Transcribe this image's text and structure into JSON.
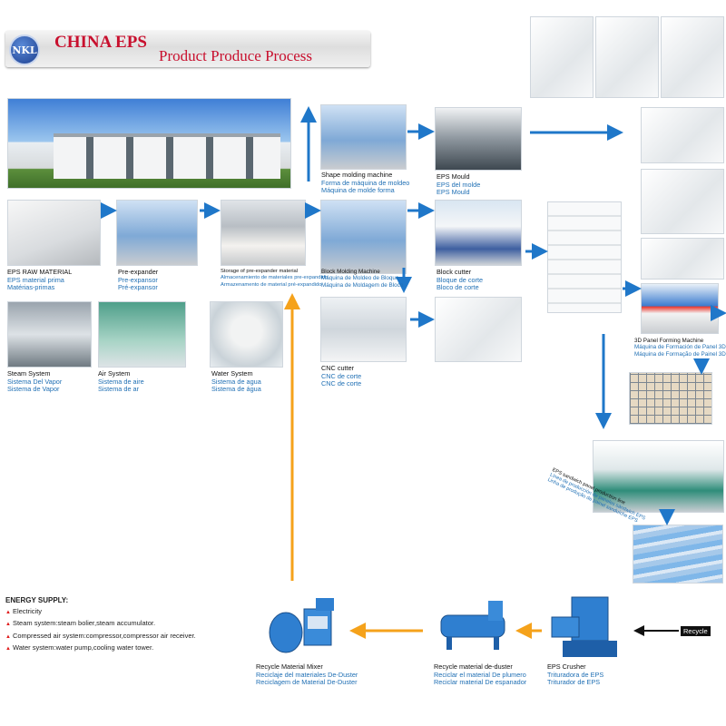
{
  "header": {
    "logo_text": "NKL",
    "title": "CHINA EPS",
    "subtitle": "Product Produce Process"
  },
  "stations": {
    "raw_material": {
      "en": "EPS RAW MATERIAL",
      "es": "EPS material prima",
      "pt": "Matérias-primas"
    },
    "pre_expander": {
      "en": "Pre-expander",
      "es": "Pre-expansor",
      "pt": "Pré-expansor"
    },
    "storage": {
      "en": "Storage of pre-expander material",
      "es": "Almacenamiento de materiales pre-expandido",
      "pt": "Armazenamento de material pré-expandido"
    },
    "shape_molding": {
      "en": "Shape molding machine",
      "es": "Forma de máquina de moldeo",
      "pt": "Máquina de molde forma"
    },
    "eps_mould": {
      "en": "EPS Mould",
      "es": "EPS del molde",
      "pt": "EPS Mould"
    },
    "block_molding": {
      "en": "Block Molding Machine",
      "es": "Máquina de Moldeo de Bloque",
      "pt": "Máquina de Moldagem de Bloco"
    },
    "block_cutter": {
      "en": "Block cutter",
      "es": "Bloque de corte",
      "pt": "Bloco de corte"
    },
    "cnc_cutter": {
      "en": "CNC cutter",
      "es": "CNC de corte",
      "pt": "CNC de corte"
    },
    "steam_system": {
      "en": "Steam System",
      "es": "Sistema Del Vapor",
      "pt": "Sistema de Vapor"
    },
    "air_system": {
      "en": "Air System",
      "es": "Sistema de aire",
      "pt": "Sistema de ar"
    },
    "water_system": {
      "en": "Water System",
      "es": "Sistema de agua",
      "pt": "Sistema de água"
    },
    "panel_3d": {
      "en": "3D Panel Forming Machine",
      "es": "Máquina de Formación de Panel 3D",
      "pt": "Máquina de Formação de Painel 3D"
    },
    "sandwich_line": {
      "en": "EPS sandwich panel production line",
      "es": "Línea de producción de paneles sándwich EPS",
      "pt": "Linha de produção de painel sanduíche EPS"
    },
    "crusher": {
      "en": "EPS Crusher",
      "es": "Trituradora de EPS",
      "pt": "Triturador de EPS"
    },
    "deduster": {
      "en": "Recycle material de-duster",
      "es": "Reciclar el material De plumero",
      "pt": "Reciclar material De espanador"
    },
    "mixer": {
      "en": "Recycle Material Mixer",
      "es": "Reciclaje del materiales De-Duster",
      "pt": "Reciclagem de Material De-Duster"
    }
  },
  "energy": {
    "heading": "ENERGY SUPPLY:",
    "items": [
      "Electricity",
      "Steam system:steam bolier,steam accumulator.",
      "Compressed air system:compressor,compressor air receiver.",
      "Water system:water pump,cooling water tower."
    ]
  },
  "recycle_label": "Recycle",
  "colors": {
    "accent_red": "#c8102e",
    "flow_blue": "#1f77c9",
    "recycle_orange": "#f5a21b",
    "label_blue": "#1f6fb4"
  }
}
